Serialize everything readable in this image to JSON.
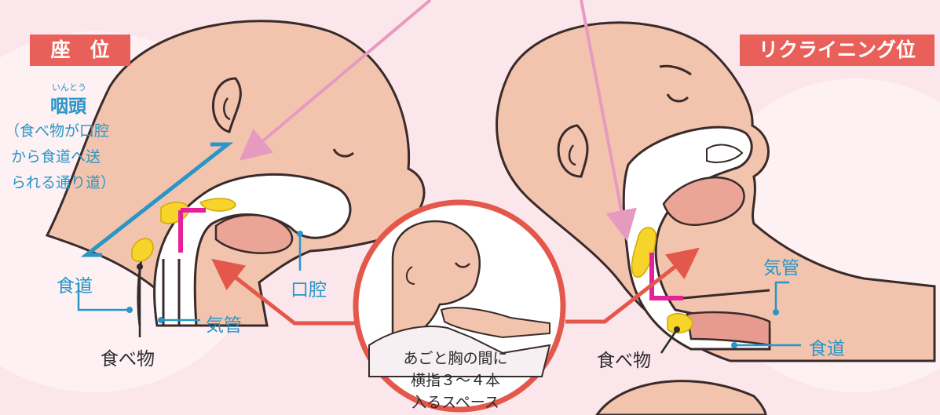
{
  "left": {
    "badge": "座　位",
    "pharynx": {
      "ruby": "いんとう",
      "title": "咽頭",
      "note_lines": [
        "（食べ物が口腔",
        "から食道へ送",
        "られる通り道）"
      ]
    },
    "esophagus": "食道",
    "trachea": "気管",
    "oral_cavity": "口腔",
    "food": "食べ物"
  },
  "right": {
    "badge": "リクライニング位",
    "trachea": "気管",
    "esophagus": "食道",
    "food": "食べ物"
  },
  "center": {
    "lines": [
      "あごと胸の間に",
      "横指３～４本",
      "入るスペース"
    ]
  },
  "colors": {
    "badge": "#e9605a",
    "label_blue": "#2a95c7",
    "arrow_pink": "#e79ac0",
    "arrow_red": "#e4584b",
    "skin": "#f2c4ad",
    "food_yellow": "#f6d42a",
    "epiglottis_magenta": "#e5209a",
    "background": "#fbe6ec"
  }
}
